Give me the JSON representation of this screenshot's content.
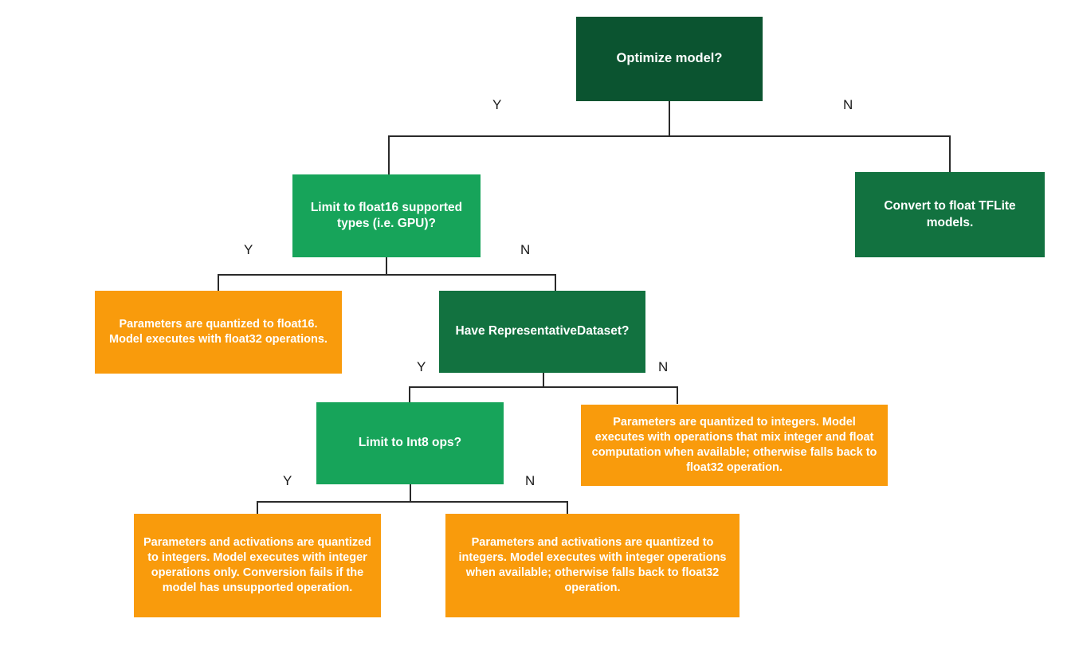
{
  "diagram": {
    "title": "TensorFlow Lite model optimization decision tree",
    "colors": {
      "decision_dark": "#0B5430",
      "decision_mid": "#127240",
      "decision_bright": "#17A45A",
      "outcome_orange": "#F99B0C",
      "connector": "#2a2a2a",
      "node_text": "#ffffff",
      "label_text": "#1a1a1a",
      "background": "#ffffff"
    },
    "nodes": [
      {
        "id": "optimize-model",
        "kind": "decision",
        "text": "Optimize model?"
      },
      {
        "id": "limit-float16",
        "kind": "decision",
        "text": "Limit to float16 supported types (i.e. GPU)?"
      },
      {
        "id": "convert-float-tflite",
        "kind": "outcome",
        "text": "Convert to float TFLite models."
      },
      {
        "id": "float16-result",
        "kind": "outcome",
        "text": "Parameters are quantized to float16. Model executes with float32 operations."
      },
      {
        "id": "have-representative-dataset",
        "kind": "decision",
        "text": "Have RepresentativeDataset?"
      },
      {
        "id": "limit-int8-ops",
        "kind": "decision",
        "text": "Limit to Int8 ops?"
      },
      {
        "id": "mixed-integer-float-result",
        "kind": "outcome",
        "text": "Parameters are quantized to integers. Model executes with operations that mix integer and float computation when available; otherwise falls back to float32 operation."
      },
      {
        "id": "integer-only-result",
        "kind": "outcome",
        "text": "Parameters and activations are quantized to integers. Model executes with integer operations only. Conversion fails if the model has unsupported operation."
      },
      {
        "id": "integer-fallback-result",
        "kind": "outcome",
        "text": "Parameters and activations are quantized to integers. Model executes with integer operations when available; otherwise falls back to float32 operation."
      }
    ],
    "branch_labels": [
      {
        "id": "l1-yes",
        "text": "Y"
      },
      {
        "id": "l1-no",
        "text": "N"
      },
      {
        "id": "l2-yes",
        "text": "Y"
      },
      {
        "id": "l2-no",
        "text": "N"
      },
      {
        "id": "l3-yes",
        "text": "Y"
      },
      {
        "id": "l3-no",
        "text": "N"
      },
      {
        "id": "l4-yes",
        "text": "Y"
      },
      {
        "id": "l4-no",
        "text": "N"
      }
    ]
  }
}
